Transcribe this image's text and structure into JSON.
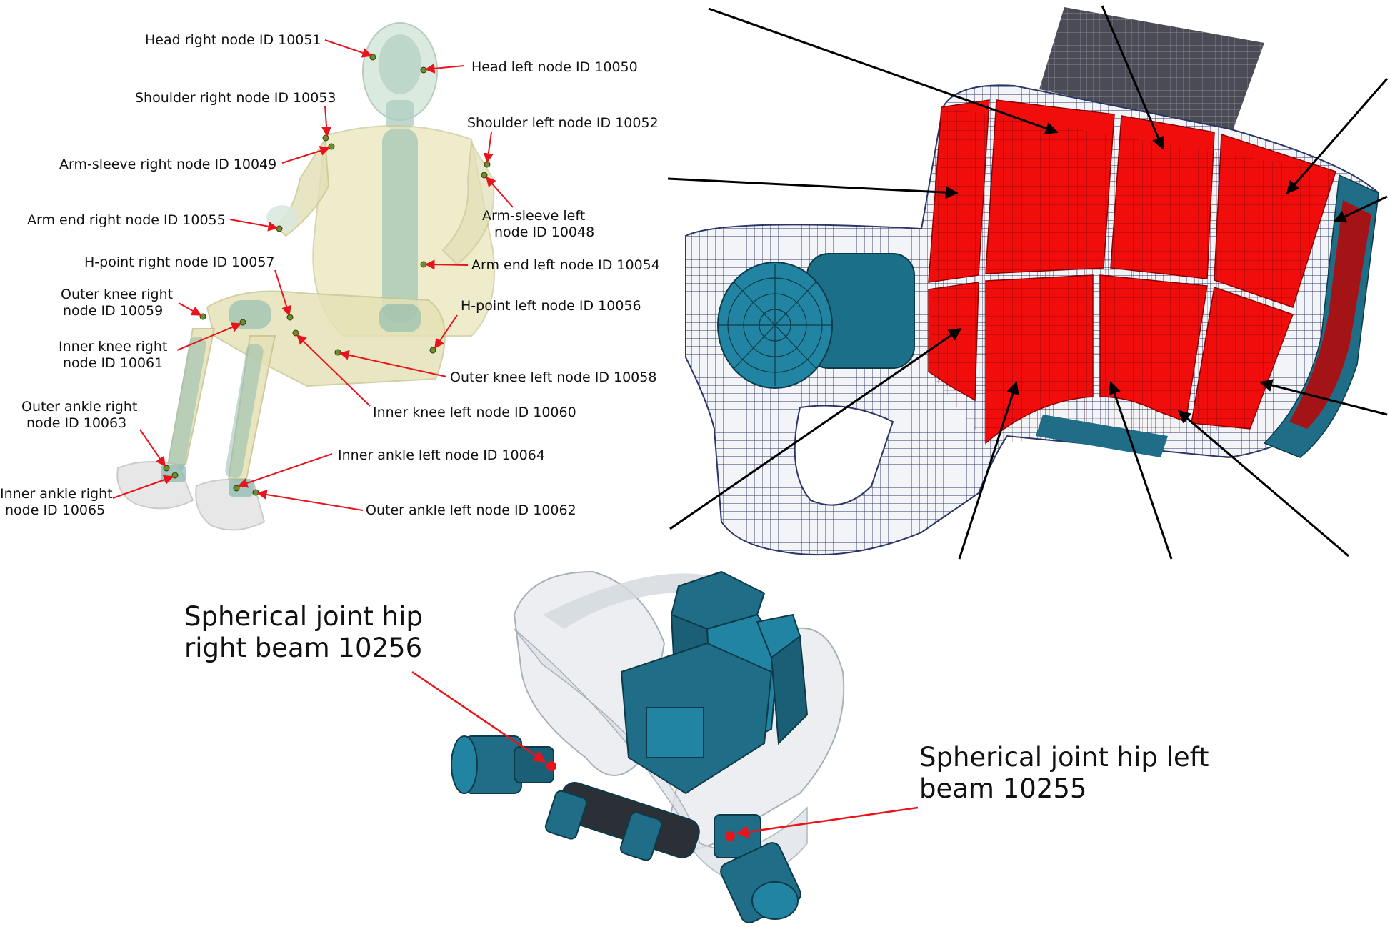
{
  "colors": {
    "arrow_red": "#e8141c",
    "pad_red": "#f20d0d",
    "steel_blue": "#1f6d86",
    "steel_dark": "#134b5e",
    "mesh_white": "#f3f4f8",
    "mesh_line": "#2b3566",
    "body_yellow": "#e7e3b5",
    "body_green": "#9ec7b8"
  },
  "dummy_labels": [
    {
      "id": "head-right",
      "lines": [
        "Head right node ID 10051"
      ]
    },
    {
      "id": "head-left",
      "lines": [
        "Head left node ID 10050"
      ]
    },
    {
      "id": "shoulder-right",
      "lines": [
        "Shoulder right node ID 10053"
      ]
    },
    {
      "id": "shoulder-left",
      "lines": [
        "Shoulder left node ID 10052"
      ]
    },
    {
      "id": "arm-sleeve-right",
      "lines": [
        "Arm-sleeve right node ID 10049"
      ]
    },
    {
      "id": "arm-sleeve-left",
      "lines": [
        "Arm-sleeve left",
        "node ID 10048"
      ]
    },
    {
      "id": "arm-end-right",
      "lines": [
        "Arm end right node ID 10055"
      ]
    },
    {
      "id": "arm-end-left",
      "lines": [
        "Arm end left node ID 10054"
      ]
    },
    {
      "id": "h-point-right",
      "lines": [
        "H-point right node ID 10057"
      ]
    },
    {
      "id": "h-point-left",
      "lines": [
        "H-point left node ID 10056"
      ]
    },
    {
      "id": "outer-knee-right",
      "lines": [
        "Outer knee right",
        "node ID 10059"
      ]
    },
    {
      "id": "inner-knee-right",
      "lines": [
        "Inner knee right",
        "node ID 10061"
      ]
    },
    {
      "id": "outer-knee-left",
      "lines": [
        "Outer knee left node ID 10058"
      ]
    },
    {
      "id": "inner-knee-left",
      "lines": [
        "Inner knee left node ID 10060"
      ]
    },
    {
      "id": "outer-ankle-right",
      "lines": [
        "Outer ankle right",
        "node ID 10063"
      ]
    },
    {
      "id": "inner-ankle-left",
      "lines": [
        "Inner ankle left node ID 10064"
      ]
    },
    {
      "id": "inner-ankle-right",
      "lines": [
        "Inner ankle right",
        "node ID 10065"
      ]
    },
    {
      "id": "outer-ankle-left",
      "lines": [
        "Outer ankle left node ID 10062"
      ]
    }
  ],
  "pelvis_labels": [
    {
      "id": "hip-right",
      "lines": [
        "Spherical joint hip",
        "right beam 10256"
      ]
    },
    {
      "id": "hip-left",
      "lines": [
        "Spherical joint hip left",
        "beam 10255"
      ]
    }
  ]
}
